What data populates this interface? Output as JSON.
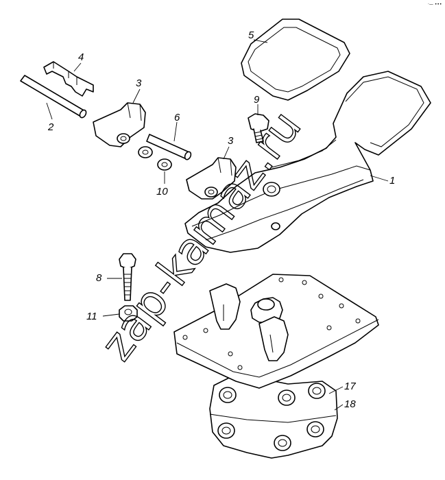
{
  "watermark": "zap-kamaz.ru",
  "corner_mark": "·— •••",
  "callouts": [
    {
      "id": "c1",
      "text": "1"
    },
    {
      "id": "c2",
      "text": "2"
    },
    {
      "id": "c3a",
      "text": "3"
    },
    {
      "id": "c3b",
      "text": "3"
    },
    {
      "id": "c4",
      "text": "4"
    },
    {
      "id": "c5",
      "text": "5"
    },
    {
      "id": "c6",
      "text": "6"
    },
    {
      "id": "c8",
      "text": "8"
    },
    {
      "id": "c9",
      "text": "9"
    },
    {
      "id": "c10",
      "text": "10"
    },
    {
      "id": "c11",
      "text": "11"
    },
    {
      "id": "c17",
      "text": "17"
    },
    {
      "id": "c18",
      "text": "18"
    }
  ]
}
